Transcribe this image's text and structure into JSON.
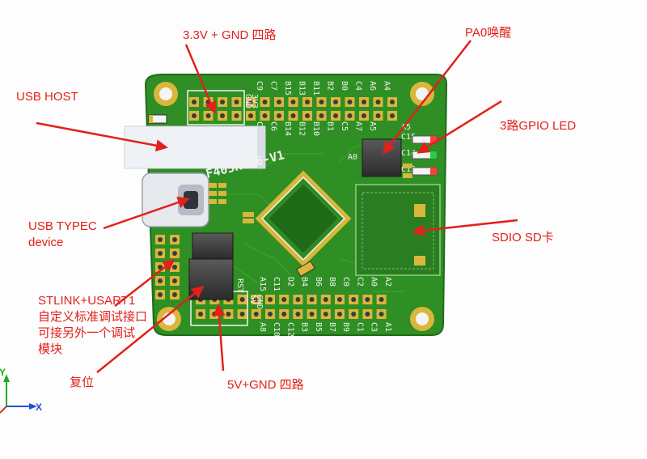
{
  "board": {
    "silkscreen_title": "F405RGT6-V1",
    "rst_label": "RST",
    "a0_label": "A0",
    "a5_label": "A5",
    "led_labels": [
      "C15",
      "C14",
      "C13"
    ],
    "top_header_pins": [
      "C9",
      "C7",
      "B15",
      "B13",
      "B11",
      "B2",
      "B0",
      "C4",
      "A6",
      "A4"
    ],
    "top_header_pins_inner": [
      "C8",
      "C6",
      "B14",
      "B12",
      "B10",
      "B1",
      "C5",
      "A7",
      "A5"
    ],
    "power_header_top": [
      "GND",
      "3V3"
    ],
    "bottom_header_pins": [
      "A15",
      "C11",
      "D2",
      "B4",
      "B6",
      "B8",
      "C0",
      "C2",
      "A0",
      "A2"
    ],
    "bottom_header_pins_inner": [
      "A8",
      "C10",
      "C12",
      "B3",
      "B5",
      "B7",
      "B9",
      "C1",
      "C3",
      "A1"
    ],
    "power_header_bottom": [
      "5V",
      "GND"
    ]
  },
  "annotations": {
    "power33": "3.3V + GND 四路",
    "pa0": "PA0唤醒",
    "usb_host": "USB HOST",
    "gpio_led": "3路GPIO LED",
    "typec_line1": "USB TYPEC",
    "typec_line2": "device",
    "sdio": "SDIO SD卡",
    "stlink_line1": "STLINK+USART1",
    "stlink_line2": "自定义标准调试接口",
    "stlink_line3": "可接另外一个调试",
    "stlink_line4": "模块",
    "reset": "复位",
    "power5": "5V+GND 四路"
  },
  "axes": {
    "y": "Y",
    "x": "X"
  },
  "colors": {
    "pcb": "#2e8b22",
    "pcb_dark": "#1f6a17",
    "gold": "#d9b63c",
    "annotation_red": "#e3201b",
    "silk": "#f2f2f2"
  }
}
